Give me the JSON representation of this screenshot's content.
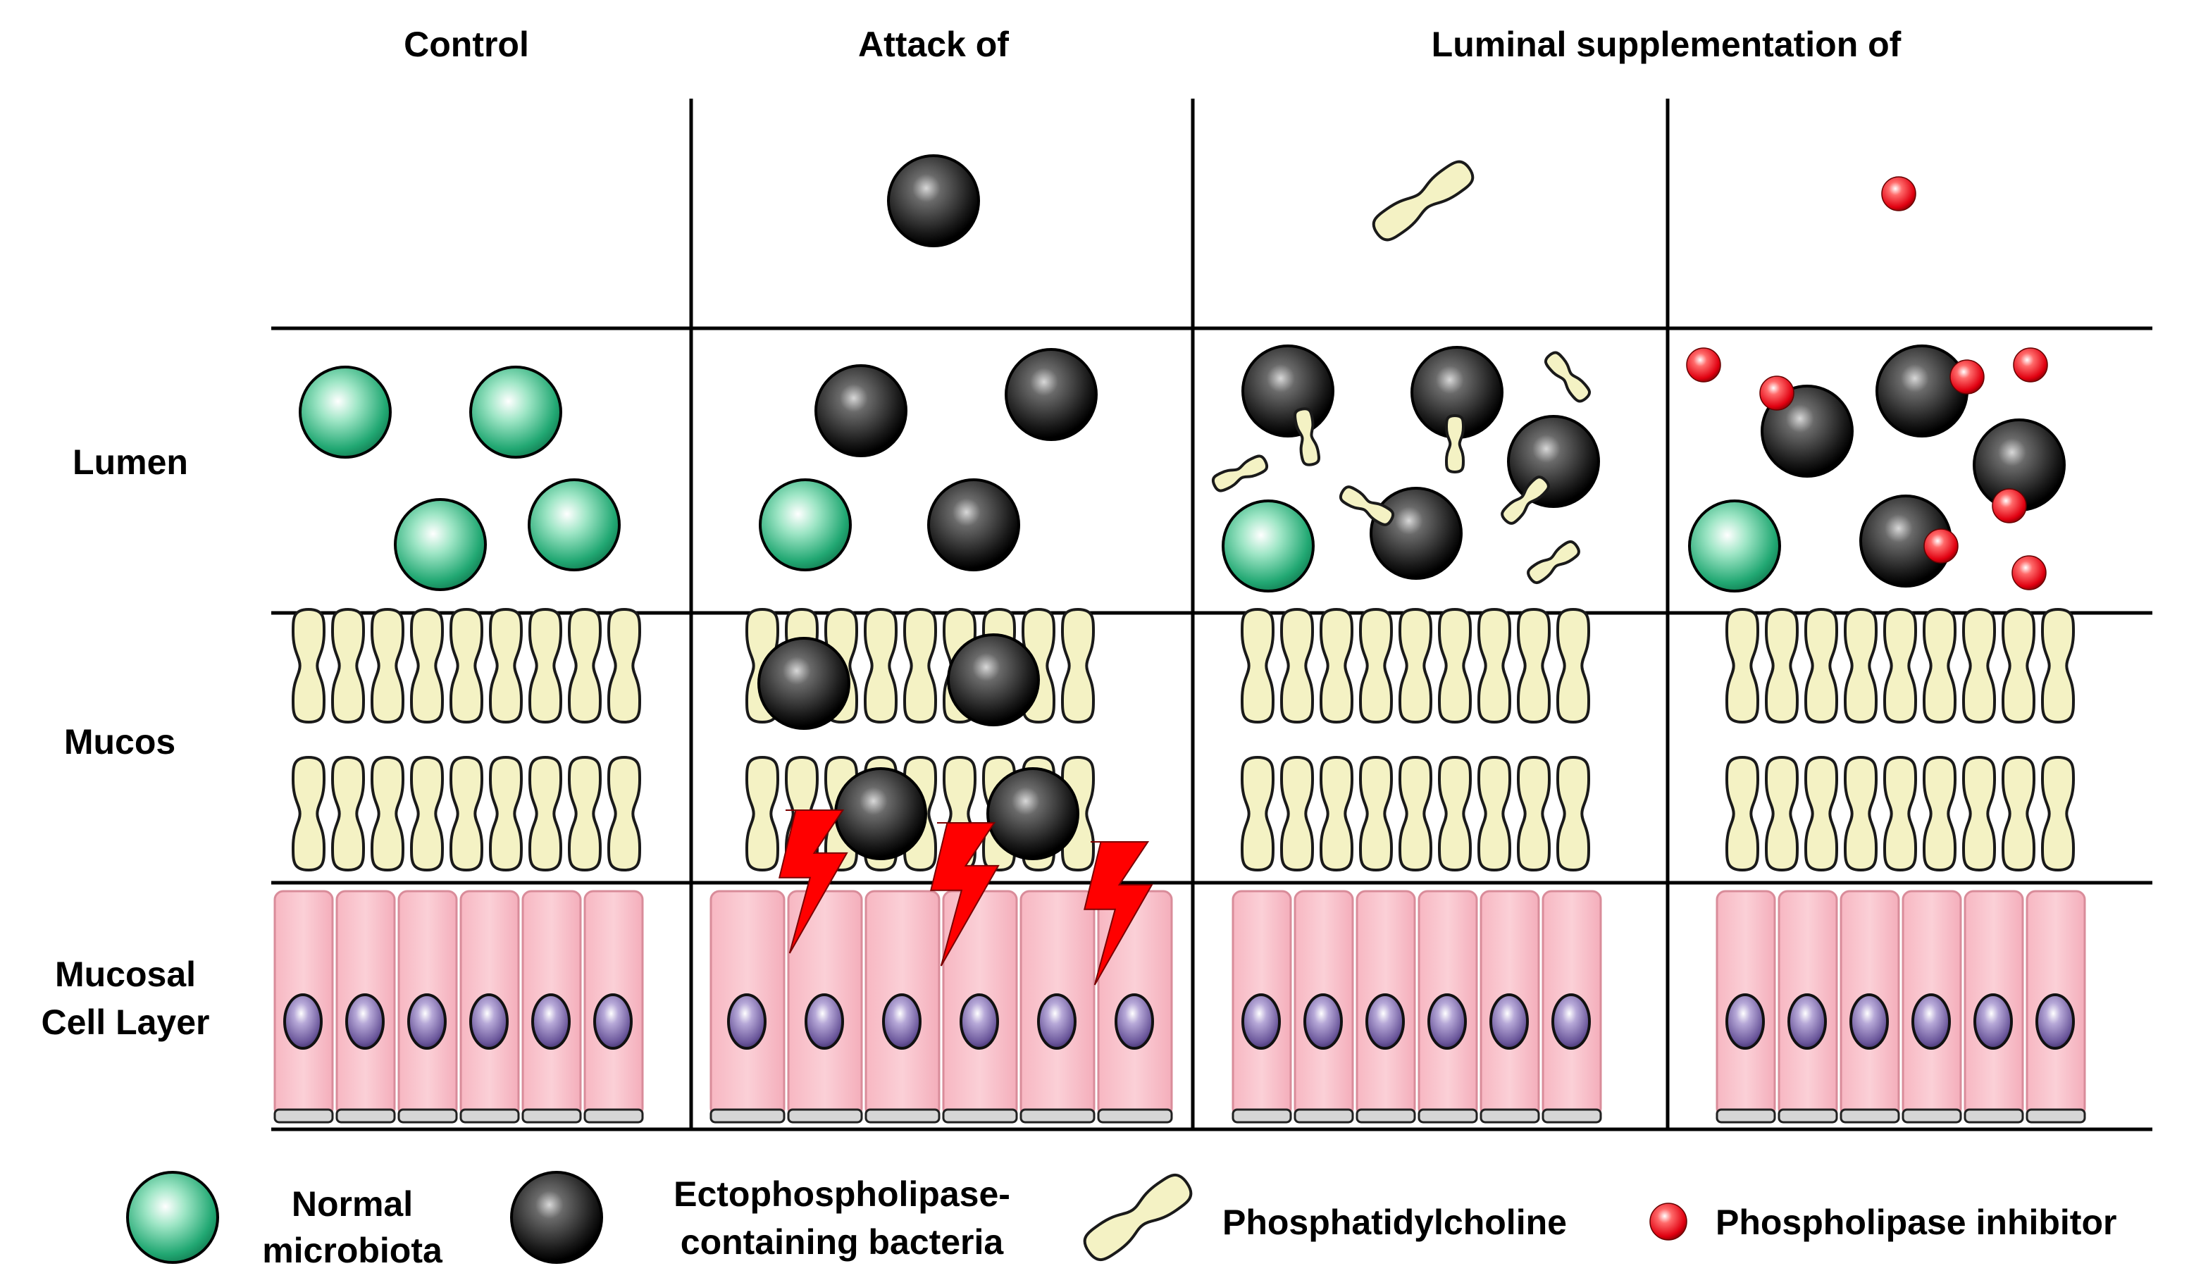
{
  "columns": {
    "control": "Control",
    "attack": "Attack of",
    "supplementation": "Luminal supplementation of"
  },
  "rows": {
    "lumen": "Lumen",
    "mucos": "Mucos",
    "cell_layer_line1": "Mucosal",
    "cell_layer_line2": "Cell Layer"
  },
  "legend": {
    "normal_line1": "Normal",
    "normal_line2": "microbiota",
    "ecto_line1": "Ectophospholipase-",
    "ecto_line2": "containing bacteria",
    "pc": "Phosphatidylcholine",
    "inhibitor": "Phospholipase inhibitor"
  },
  "icons": {
    "normal": "green-bacterium-icon",
    "ecto": "black-bacterium-icon",
    "pc": "phosphatidylcholine-icon",
    "inhibitor": "red-inhibitor-icon",
    "damage": "lightning-bolt-icon"
  },
  "colors": {
    "green": "#2fb07e",
    "black": "#1a1a1a",
    "mucus": "#f4f2c4",
    "cell": "#f9c7cf",
    "nucleus": "#6f5b9c",
    "inhibitor": "#e8101e",
    "damage": "#ff0000"
  }
}
